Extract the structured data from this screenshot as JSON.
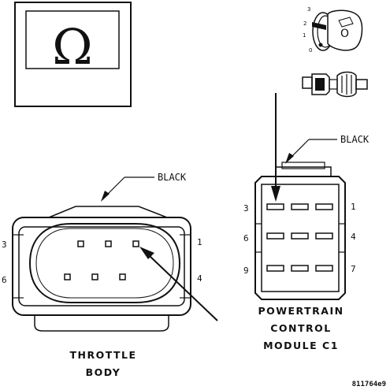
{
  "ohm_box": {
    "symbol": "Ω"
  },
  "ignition": {
    "positions": [
      "3",
      "2",
      "1",
      "0"
    ],
    "key_label": "O"
  },
  "throttle_body": {
    "wire_color": "BLACK",
    "pins_left": [
      "3",
      "6"
    ],
    "pins_right": [
      "1",
      "4"
    ],
    "caption": [
      "THROTTLE",
      "BODY"
    ]
  },
  "pcm": {
    "wire_color": "BLACK",
    "pins_left": [
      "3",
      "6",
      "9"
    ],
    "pins_right": [
      "1",
      "4",
      "7"
    ],
    "caption": [
      "POWERTRAIN",
      "CONTROL",
      "MODULE C1"
    ]
  },
  "figure_code": "811764e9"
}
